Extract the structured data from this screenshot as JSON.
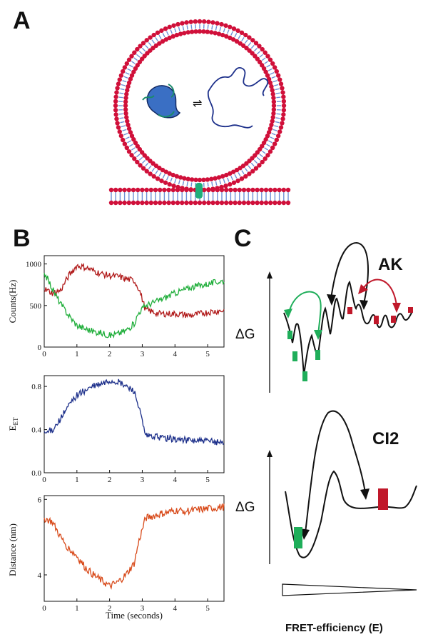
{
  "panels": {
    "a": {
      "letter": "A"
    },
    "b": {
      "letter": "B"
    },
    "c": {
      "letter": "C"
    }
  },
  "colors": {
    "lipid_head": "#d0103a",
    "lipid_tail": "#6d8fd6",
    "tether": "#1fae7a",
    "donor": "#1fae3a",
    "acceptor": "#b01818",
    "efficiency": "#1c2f8a",
    "distance": "#d84a1a",
    "green_state": "#1fae5a",
    "red_state": "#c0182a"
  },
  "chart_data": [
    {
      "type": "line",
      "name": "counts",
      "ylabel": "Counts(Hz)",
      "xlim": [
        0,
        5.5
      ],
      "ylim": [
        0,
        1100
      ],
      "yticks": [
        "0",
        "500",
        "1000"
      ],
      "xticks": [
        "0",
        "1",
        "2",
        "3",
        "4",
        "5"
      ],
      "x": [
        0,
        0.25,
        0.5,
        0.75,
        1.0,
        1.25,
        1.5,
        1.75,
        2.0,
        2.25,
        2.5,
        2.75,
        2.9,
        3.1,
        3.5,
        4.0,
        4.5,
        5.0,
        5.5
      ],
      "series": [
        {
          "color": "acceptor",
          "values": [
            700,
            650,
            680,
            860,
            980,
            960,
            920,
            880,
            860,
            850,
            820,
            800,
            700,
            450,
            400,
            400,
            380,
            420,
            440
          ]
        },
        {
          "color": "donor",
          "values": [
            900,
            700,
            520,
            380,
            260,
            220,
            190,
            170,
            140,
            160,
            200,
            280,
            420,
            500,
            560,
            650,
            720,
            760,
            800
          ]
        }
      ]
    },
    {
      "type": "line",
      "name": "efficiency",
      "ylabel": "E",
      "ylabel_sub": "ET",
      "xlim": [
        0,
        5.5
      ],
      "ylim": [
        0,
        0.9
      ],
      "yticks": [
        "0.0",
        "0.4",
        "0.8"
      ],
      "xticks": [
        "0",
        "1",
        "2",
        "3",
        "4",
        "5"
      ],
      "x": [
        0,
        0.25,
        0.5,
        0.75,
        1.0,
        1.25,
        1.5,
        1.75,
        2.0,
        2.25,
        2.5,
        2.75,
        2.9,
        3.1,
        3.5,
        4.0,
        4.5,
        5.0,
        5.5
      ],
      "series": [
        {
          "color": "efficiency",
          "values": [
            0.36,
            0.4,
            0.5,
            0.62,
            0.72,
            0.76,
            0.8,
            0.82,
            0.85,
            0.84,
            0.8,
            0.76,
            0.6,
            0.34,
            0.33,
            0.31,
            0.3,
            0.29,
            0.28
          ]
        }
      ]
    },
    {
      "type": "line",
      "name": "distance",
      "ylabel": "Distance (nm)",
      "xlabel": "Time (seconds)",
      "xlim": [
        0,
        5.5
      ],
      "ylim": [
        3.3,
        6.1
      ],
      "yticks": [
        "4",
        "6"
      ],
      "xticks": [
        "0",
        "1",
        "2",
        "3",
        "4",
        "5"
      ],
      "x": [
        0,
        0.25,
        0.5,
        0.75,
        1.0,
        1.25,
        1.5,
        1.75,
        2.0,
        2.25,
        2.5,
        2.75,
        2.9,
        3.1,
        3.5,
        4.0,
        4.5,
        5.0,
        5.5
      ],
      "series": [
        {
          "color": "distance",
          "values": [
            5.5,
            5.4,
            5.0,
            4.7,
            4.5,
            4.2,
            4.0,
            3.85,
            3.7,
            3.8,
            4.0,
            4.3,
            4.9,
            5.5,
            5.6,
            5.7,
            5.7,
            5.75,
            5.8
          ]
        }
      ]
    }
  ],
  "landscape": {
    "ak_label": "AK",
    "ci2_label": "CI2",
    "dg_top": "ΔG",
    "dg_bottom": "ΔG",
    "fret_label": "FRET-efficiency (E)"
  }
}
